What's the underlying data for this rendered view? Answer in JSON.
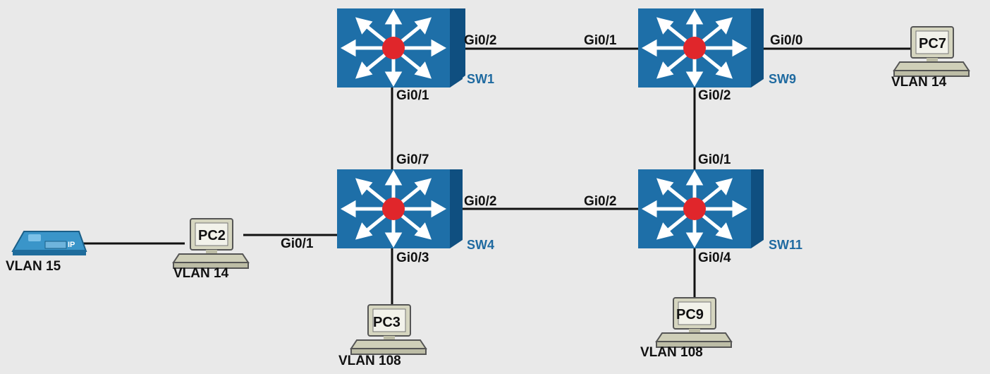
{
  "switches": {
    "sw1": {
      "name": "SW1"
    },
    "sw9": {
      "name": "SW9"
    },
    "sw4": {
      "name": "SW4"
    },
    "sw11": {
      "name": "SW11"
    }
  },
  "pcs": {
    "pc7": {
      "name": "PC7",
      "vlan": "VLAN 14"
    },
    "pc2": {
      "name": "PC2",
      "vlan": "VLAN 14"
    },
    "pc3": {
      "name": "PC3",
      "vlan": "VLAN 108"
    },
    "pc9": {
      "name": "PC9",
      "vlan": "VLAN 108"
    }
  },
  "phone": {
    "vlan": "VLAN 15",
    "badge": "IP",
    "icon": "ip-phone-icon"
  },
  "interfaces": {
    "sw1_to_sw9": "Gi0/2",
    "sw9_to_sw1": "Gi0/1",
    "sw9_to_pc7": "Gi0/0",
    "sw1_to_sw4": "Gi0/1",
    "sw4_to_sw1": "Gi0/7",
    "sw9_to_sw11": "Gi0/2",
    "sw11_to_sw9": "Gi0/1",
    "sw4_to_sw11": "Gi0/2",
    "sw11_to_sw4": "Gi0/2",
    "sw4_to_pc2": "Gi0/1",
    "sw4_to_pc3": "Gi0/3",
    "sw11_to_pc9": "Gi0/4"
  },
  "colors": {
    "switch_face": "#1e6fa8",
    "switch_top": "#3d8cc6",
    "switch_side": "#0f4f80",
    "switch_center": "#e0262b",
    "link": "#111111",
    "label_switch": "#1f6aa0",
    "pc_body": "#cfcfb8",
    "phone": "#2f8bc0",
    "background": "#e9e9e9"
  }
}
